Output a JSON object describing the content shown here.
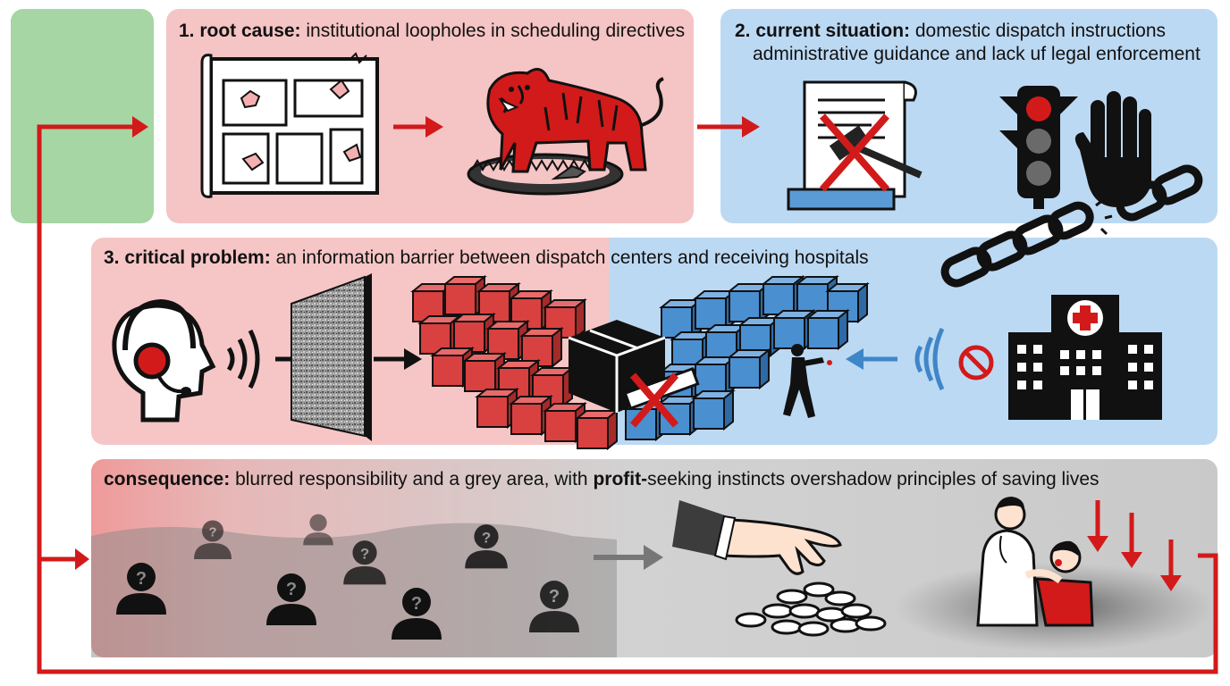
{
  "panels": {
    "root": {
      "label": "1. root cause:",
      "text": "institutional loopholes in scheduling directives"
    },
    "situation": {
      "label": "2. current situation:",
      "line1": "domestic dispatch instructions",
      "line2": "administrative guidance and lack uf legal enforcement"
    },
    "critical": {
      "label": "3. critical problem:",
      "text": "an information barrier between dispatch centers and receiving hospitals"
    },
    "consequence": {
      "label": "consequence:",
      "text1": "blurred responsibility and a grey area, with",
      "bold": "profit-",
      "text2": "seeking instincts overshadow principles of saving lives"
    }
  },
  "icons": [
    "crumbling-blueprint-icon",
    "tiger-in-trap-icon",
    "crossed-out-gavel-document-icon",
    "traffic-light-icon",
    "stop-hand-icon",
    "broken-chain-icon",
    "dispatcher-headset-icon",
    "signal-waves-icon",
    "noise-wall-icon",
    "red-info-cube-wall-icon",
    "blue-info-cube-wall-icon",
    "blocked-package-icon",
    "hospital-icon",
    "no-entry-icon",
    "anonymous-person-icon",
    "reaching-hand-icon",
    "coin-stack-icon",
    "doctor-patient-icon"
  ],
  "colors": {
    "red": "#d21a1a",
    "blue": "#3f86c8",
    "pink_panel": "#f5c4c4",
    "blue_panel": "#bcd9f3",
    "green_panel": "#a5d6a3",
    "grey_panel": "#cfcfcf"
  }
}
